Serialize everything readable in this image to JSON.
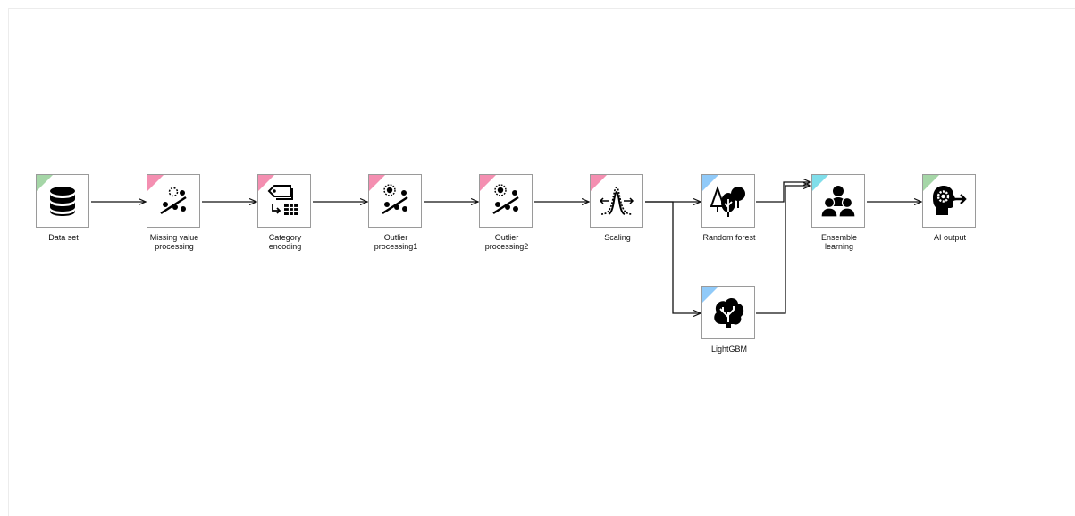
{
  "colors": {
    "input": "#a5d6a7",
    "preprocess": "#f48fb1",
    "model": "#90caf9",
    "ensemble": "#80deea",
    "wire": "#111111"
  },
  "nodes": {
    "dataset": {
      "label": "Data set",
      "icon": "database-icon",
      "category": "input"
    },
    "missing": {
      "label": "Missing value\nprocessing",
      "icon": "missing-value-icon",
      "category": "preprocess"
    },
    "category": {
      "label": "Category\nencoding",
      "icon": "category-encoding-icon",
      "category": "preprocess"
    },
    "outlier1": {
      "label": "Outlier\nprocessing1",
      "icon": "outlier-icon",
      "category": "preprocess"
    },
    "outlier2": {
      "label": "Outlier\nprocessing2",
      "icon": "outlier-icon",
      "category": "preprocess"
    },
    "scaling": {
      "label": "Scaling",
      "icon": "scaling-icon",
      "category": "preprocess"
    },
    "rf": {
      "label": "Random forest",
      "icon": "random-forest-icon",
      "category": "model"
    },
    "lgbm": {
      "label": "LightGBM",
      "icon": "lightgbm-icon",
      "category": "model"
    },
    "ensemble": {
      "label": "Ensemble\nlearning",
      "icon": "ensemble-icon",
      "category": "ensemble"
    },
    "output": {
      "label": "AI output",
      "icon": "ai-output-icon",
      "category": "input"
    }
  },
  "edges": [
    [
      "dataset",
      "missing"
    ],
    [
      "missing",
      "category"
    ],
    [
      "category",
      "outlier1"
    ],
    [
      "outlier1",
      "outlier2"
    ],
    [
      "outlier2",
      "scaling"
    ],
    [
      "scaling",
      "rf"
    ],
    [
      "scaling",
      "lgbm"
    ],
    [
      "rf",
      "ensemble"
    ],
    [
      "lgbm",
      "ensemble"
    ],
    [
      "ensemble",
      "output"
    ]
  ]
}
